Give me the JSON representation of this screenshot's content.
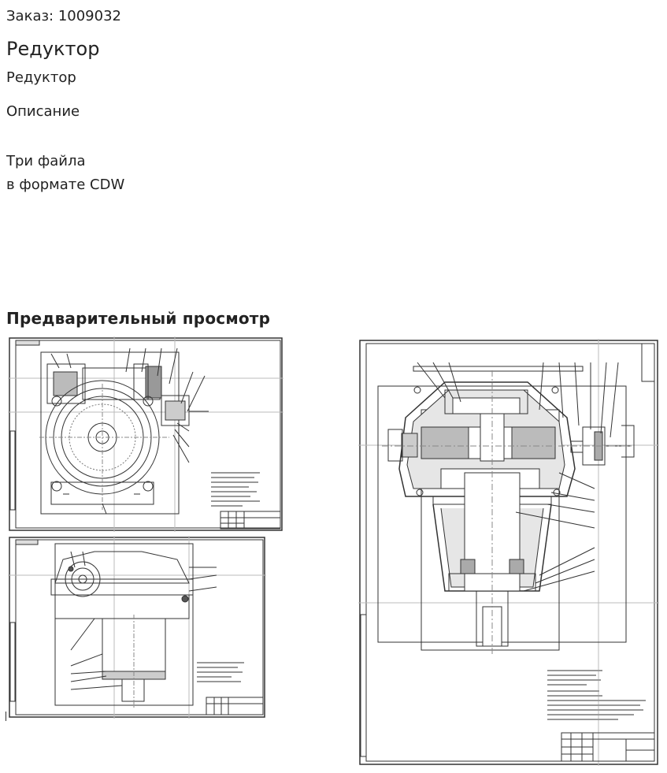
{
  "order": {
    "text": "Заказ: 1009032"
  },
  "product": {
    "title": "Редуктор",
    "subtitle": "Редуктор"
  },
  "description": {
    "heading": "Описание",
    "lines": [
      "Три файла",
      "в формате CDW"
    ]
  },
  "preview": {
    "heading": "Предварительный просмотр",
    "thumbnails": [
      {
        "kind": "drawing-sheet",
        "view": "gearbox-front-section"
      },
      {
        "kind": "drawing-sheet",
        "view": "gearbox-side-view"
      },
      {
        "kind": "drawing-sheet",
        "view": "gearbox-vertical-section"
      }
    ]
  }
}
